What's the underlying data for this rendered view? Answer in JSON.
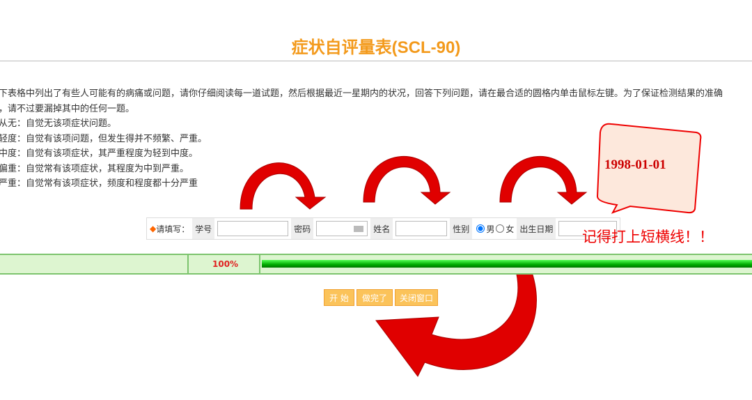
{
  "title": "症状自评量表(SCL-90)",
  "intro": [
    "下表格中列出了有些人可能有的病痛或问题，请你仔细阅读每一道试题，然后根据最近一星期内的状况，回答下列问题，请在最合适的圆格内单击鼠标左键。为了保证检测结果的准确",
    "，请不过要漏掉其中的任何一题。",
    "从无：自觉无该项症状问题。",
    "轻度：自觉有该项问题，但发生得并不频繁、严重。",
    "中度：自觉有该项症状，其严重程度为轻到中度。",
    "偏重：自觉常有该项症状，其程度为中到严重。",
    "严重：自觉常有该项症状，频度和程度都十分严重"
  ],
  "form": {
    "prompt": "请填写：",
    "student_id": "学号",
    "password": "密码",
    "name": "姓名",
    "gender": "性别",
    "male": "男",
    "female": "女",
    "birthdate": "出生日期"
  },
  "progress": {
    "label": "100%",
    "value": 100
  },
  "buttons": {
    "start": "开 始",
    "done": "做完了",
    "close": "关闭窗口"
  },
  "annotation": {
    "bubble": "1998-01-01",
    "note": "记得打上短横线！！"
  },
  "colors": {
    "title": "#f39a1c",
    "arrow": "#e00000",
    "bar": "#00aa00"
  }
}
